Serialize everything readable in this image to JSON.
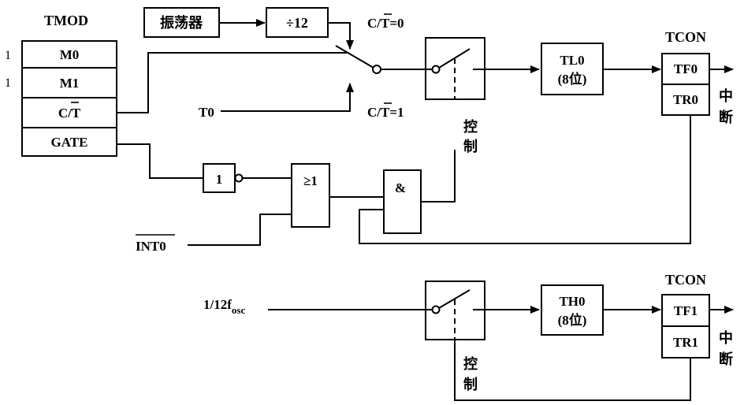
{
  "tmod": {
    "title": "TMOD",
    "fields": [
      "M0",
      "M1",
      "C/T",
      "GATE"
    ],
    "bit_m0": "1",
    "bit_m1": "1"
  },
  "oscillator": "振荡器",
  "divider": "÷12",
  "mux": {
    "label_top": "C/T=0",
    "label_bottom": "C/T=1"
  },
  "t0_input": "T0",
  "int0_input": "INT0",
  "not_gate": "1",
  "or_gate": "≥1",
  "and_gate": "&",
  "control_label": [
    "控",
    "制"
  ],
  "tl0": {
    "name": "TL0",
    "width": "(8位)"
  },
  "th0": {
    "name": "TH0",
    "width": "(8位)"
  },
  "tcon_top": {
    "title": "TCON",
    "flag": "TF0",
    "run": "TR0"
  },
  "tcon_bottom": {
    "title": "TCON",
    "flag": "TF1",
    "run": "TR1"
  },
  "interrupt_label": [
    "中",
    "断"
  ],
  "clock_input": {
    "base": "1/12f",
    "sub": "osc"
  }
}
